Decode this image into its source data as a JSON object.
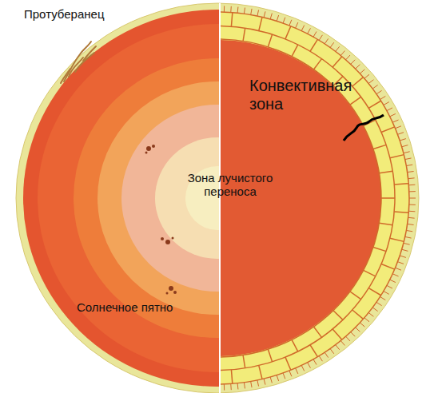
{
  "diagram": {
    "labels": [
      "Протуберанец",
      "Конвективная зона",
      "Зона лучистого переноса",
      "Солнечное пятно"
    ]
  }
}
